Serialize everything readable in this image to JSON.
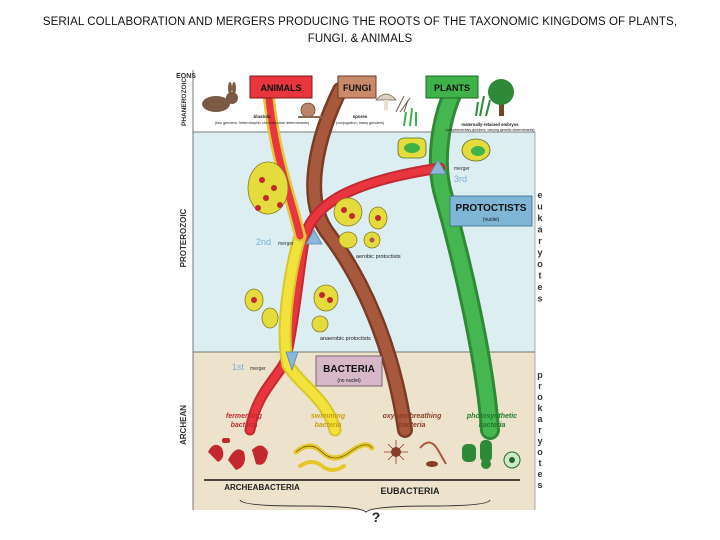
{
  "title": {
    "line1": "SERIAL COLLABORATION AND MERGERS PRODUCING THE ROOTS OF THE TAXONOMIC KINGDOMS OF PLANTS,",
    "line2": "FUNGI. & ANIMALS"
  },
  "eons": {
    "header": "EONS",
    "phanerozoic": "PHANEROZOIC",
    "proterozoic": "PROTEROZOIC",
    "archean": "ARCHEAN"
  },
  "kingdoms": {
    "animals": "ANIMALS",
    "fungi": "FUNGI",
    "plants": "PLANTS"
  },
  "kingdom_notes": {
    "animals_title": "blastula",
    "animals_sub": "(two genders; heterotrophic chromosomal determinants)",
    "fungi_title": "spores",
    "fungi_sub": "(conjugation; many genders)",
    "plants_title": "maternally-retained embryos",
    "plants_sub": "(complementary genders; varying genetic determinants)"
  },
  "mergers": {
    "third_num": "3rd",
    "second_num": "2nd",
    "first_num": "1st",
    "word": "merger"
  },
  "groups": {
    "protoctists": "PROTOCTISTS",
    "protoctists_note": "(nuclei)",
    "bacteria": "BACTERIA",
    "bacteria_note": "(no nuclei)",
    "aerobic": "aerobic protoctists",
    "anaerobic": "anaerobic protoctists"
  },
  "side_labels": {
    "eukaryotes": [
      "e",
      "u",
      "k",
      "a",
      "r",
      "y",
      "o",
      "t",
      "e",
      "s"
    ],
    "prokaryotes": [
      "p",
      "r",
      "o",
      "k",
      "a",
      "r",
      "y",
      "o",
      "t",
      "e",
      "s"
    ]
  },
  "bacteria_types": {
    "fermenting": "fermenting",
    "swimming": "swimming",
    "oxygen": "oxygen-breathing",
    "photosynthetic": "photosynthetic",
    "suffix": "bacteria"
  },
  "domains": {
    "archaea": "ARCHEABACTERIA",
    "eubacteria": "EUBACTERIA",
    "question": "?"
  },
  "colors": {
    "animals_red": "#e8353e",
    "fungi_brown": "#a0523a",
    "plants_green": "#3fb24a",
    "swimming_yellow": "#f2e23c",
    "proterozoic_bg": "#dceef2",
    "archean_bg": "#ede3cc",
    "kingdom_blue": "#7fb6d6",
    "merger_blue": "#8ab8d8"
  }
}
